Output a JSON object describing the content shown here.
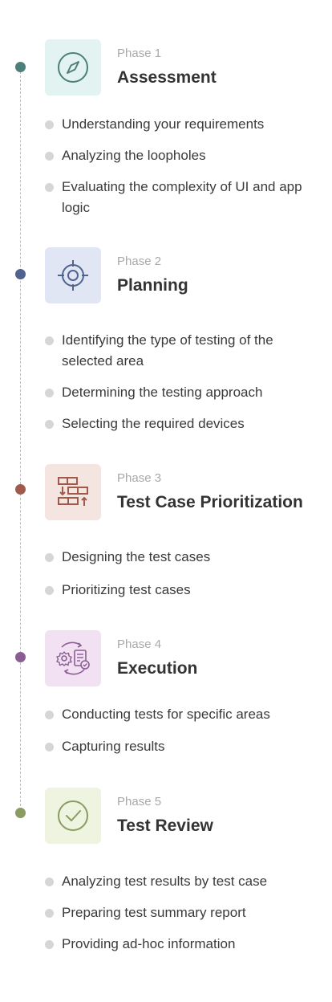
{
  "phases": [
    {
      "label": "Phase 1",
      "title": "Assessment",
      "icon": "compass-icon",
      "accent": "#4e7f78",
      "icon_bg": "#e2f3f1",
      "bullets": [
        "Understanding your requirements",
        "Analyzing the loopholes",
        "Evaluating the complexity of UI and app logic"
      ]
    },
    {
      "label": "Phase 2",
      "title": "Planning",
      "icon": "target-icon",
      "accent": "#50638f",
      "icon_bg": "#e0e6f4",
      "bullets": [
        "Identifying the type of testing of the selected area",
        "Determining the testing approach",
        "Selecting the required devices"
      ]
    },
    {
      "label": "Phase 3",
      "title": "Test Case Prioritization",
      "icon": "prioritize-blocks-icon",
      "accent": "#a05a4c",
      "icon_bg": "#f5e5e1",
      "bullets": [
        "Designing the test cases",
        "Prioritizing test cases"
      ]
    },
    {
      "label": "Phase 4",
      "title": "Execution",
      "icon": "gear-document-cycle-icon",
      "accent": "#8a5e93",
      "icon_bg": "#f1e1f3",
      "bullets": [
        "Conducting tests for specific areas",
        "Capturing results"
      ]
    },
    {
      "label": "Phase 5",
      "title": "Test Review",
      "icon": "check-circle-icon",
      "accent": "#8a9c62",
      "icon_bg": "#eef4df",
      "bullets": [
        "Analyzing test results by test case",
        "Preparing test summary report",
        "Providing ad-hoc information"
      ]
    }
  ]
}
